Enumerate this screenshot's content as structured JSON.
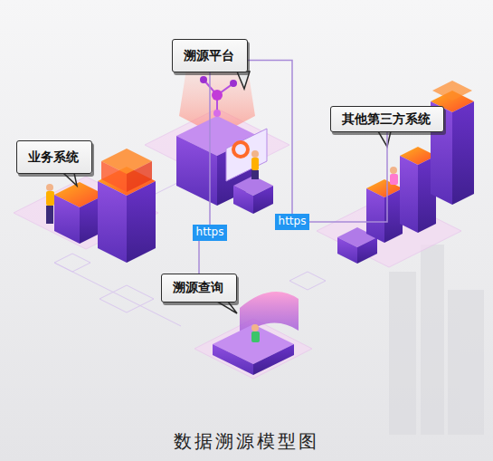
{
  "diagram": {
    "caption": "数据溯源模型图",
    "nodes": [
      {
        "text": [
          "溯源平台"
        ]
      },
      {
        "text": [
          "业务系统"
        ]
      },
      {
        "text": [
          "其他第三方系统"
        ]
      },
      {
        "text": [
          "溯源查询"
        ]
      }
    ],
    "edges": [
      {
        "from": 0,
        "to": 3,
        "label": "https",
        "arrow": "none"
      },
      {
        "from": 0,
        "to": 2,
        "label": "https",
        "arrow": "none"
      }
    ]
  }
}
